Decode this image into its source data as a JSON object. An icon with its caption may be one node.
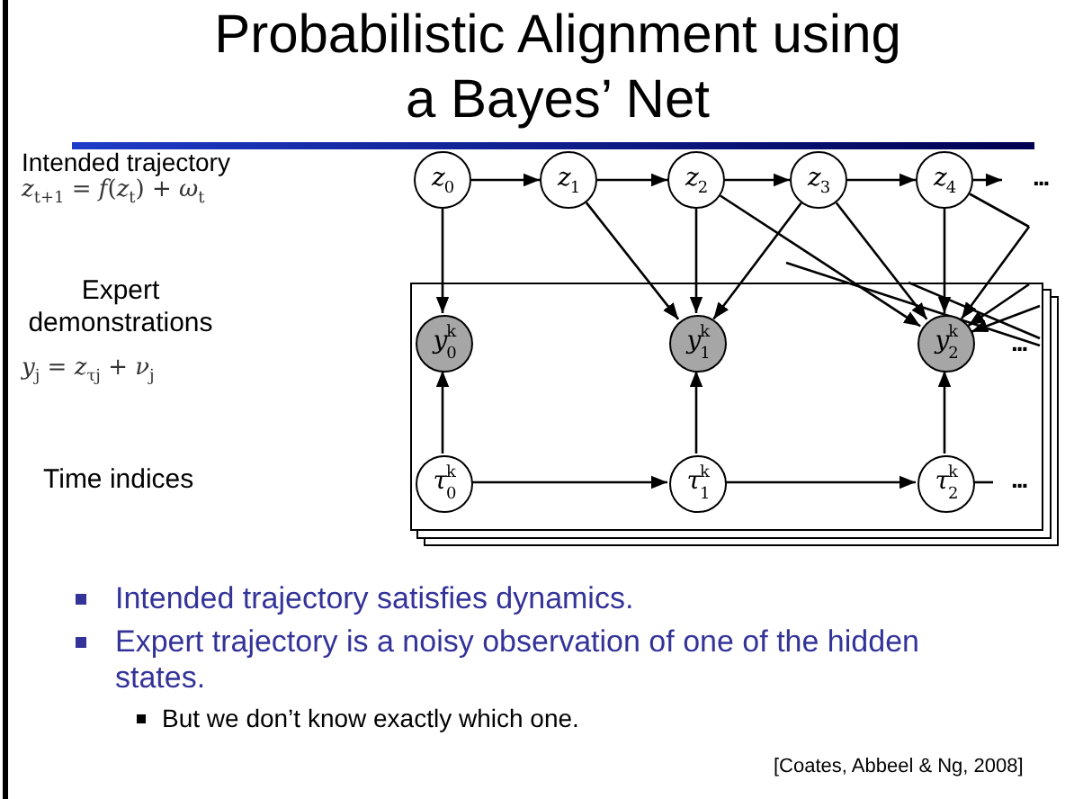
{
  "diagram": {
    "title": "Probabilistic Alignment using a Bayes’ Net",
    "nodes": [
      {
        "text": [
          "*z*$_{0}$"
        ]
      },
      {
        "text": [
          "*z*$_{1}$"
        ]
      },
      {
        "text": [
          "*z*$_{2}$"
        ]
      },
      {
        "text": [
          "*z*$_{3}$"
        ]
      },
      {
        "text": [
          "*z*$_{4}$"
        ]
      },
      {
        "text": [],
        "shape": "box"
      },
      {
        "text": [
          "*y*$^{k}$$_{0}$"
        ],
        "in": 5
      },
      {
        "text": [
          "*y*$^{k}$$_{1}$"
        ],
        "in": 5
      },
      {
        "text": [
          "*y*$^{k}$$_{2}$"
        ],
        "in": 5
      },
      {
        "text": [
          "*τ*$^{k}$$_{0}$"
        ],
        "in": 5
      },
      {
        "text": [
          "*τ*$^{k}$$_{1}$"
        ],
        "in": 5
      },
      {
        "text": [
          "*τ*$^{k}$$_{2}$"
        ],
        "in": 5
      }
    ],
    "edges": [
      {
        "from": 0,
        "to": 1,
        "arrow": "to"
      },
      {
        "from": 1,
        "to": 2,
        "arrow": "to"
      },
      {
        "from": 2,
        "to": 3,
        "arrow": "to"
      },
      {
        "from": 3,
        "to": 4,
        "arrow": "to"
      },
      {
        "from": 4,
        "to": null,
        "arrow": "to"
      },
      {
        "from": 4,
        "to": null,
        "arrow": "none"
      },
      {
        "from": 0,
        "to": 6,
        "arrow": "to"
      },
      {
        "from": 1,
        "to": 7,
        "arrow": "to"
      },
      {
        "from": 2,
        "to": 7,
        "arrow": "to"
      },
      {
        "from": 3,
        "to": 7,
        "arrow": "to"
      },
      {
        "from": 2,
        "to": 8,
        "arrow": "to"
      },
      {
        "from": 3,
        "to": 8,
        "arrow": "to"
      },
      {
        "from": 4,
        "to": 8,
        "arrow": "to"
      },
      {
        "from": null,
        "to": 8,
        "arrow": "to"
      },
      {
        "from": null,
        "to": 8,
        "arrow": "to"
      },
      {
        "from": null,
        "to": 8,
        "arrow": "to"
      },
      {
        "from": 9,
        "to": 6,
        "arrow": "to"
      },
      {
        "from": 10,
        "to": 7,
        "arrow": "to"
      },
      {
        "from": 11,
        "to": 8,
        "arrow": "to"
      },
      {
        "from": 9,
        "to": 10,
        "arrow": "to"
      },
      {
        "from": 10,
        "to": 11,
        "arrow": "to"
      },
      {
        "from": 11,
        "to": null,
        "arrow": "none"
      }
    ],
    "labels": [
      "Intended trajectory",
      "*z*$_{t+1}$   =   *f*(*z*$_{t}$) + *ω*$_{t}$",
      "...",
      "Expert demonstrations",
      "*y*$_{j}$   =   *z*$_{τj}$ + *ν*$_{j}$",
      "...",
      "Time indices",
      "...",
      "Intended trajectory satisfies dynamics.",
      "Expert trajectory is a noisy observation of one of the hidden states.",
      "But we don’t know exactly which one.",
      "[Coates, Abbeel & Ng, 2008]"
    ]
  }
}
